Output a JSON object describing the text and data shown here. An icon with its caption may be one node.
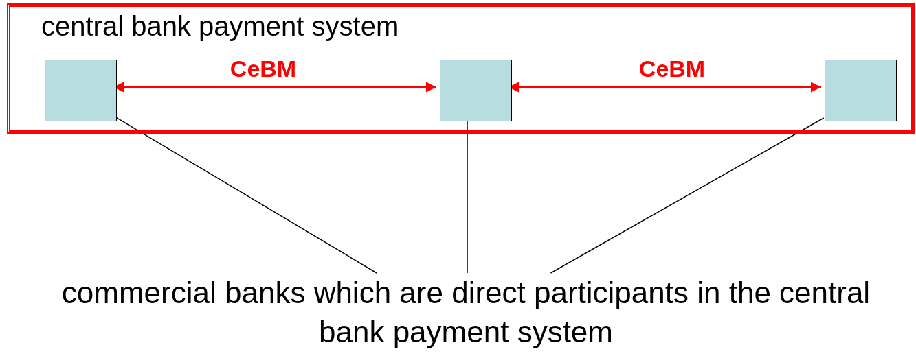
{
  "diagram": {
    "nodes": [
      {
        "text": [
          "central bank payment system"
        ]
      },
      {
        "text": [],
        "shape": "box",
        "in": 0
      },
      {
        "text": [],
        "shape": "box",
        "in": 0
      },
      {
        "text": [],
        "shape": "box",
        "in": 0
      },
      {
        "text": [
          "commercial banks which are direct participants in the central bank payment system"
        ]
      }
    ],
    "edges": [
      {
        "from": 1,
        "to": 2,
        "arrow": "both",
        "label": "CeBM",
        "color": "#ff0000"
      },
      {
        "from": 2,
        "to": 3,
        "arrow": "both",
        "label": "CeBM",
        "color": "#ff0000"
      },
      {
        "from": 4,
        "to": 1,
        "arrow": "none"
      },
      {
        "from": 4,
        "to": 2,
        "arrow": "none"
      },
      {
        "from": 4,
        "to": 3,
        "arrow": "none"
      }
    ]
  }
}
